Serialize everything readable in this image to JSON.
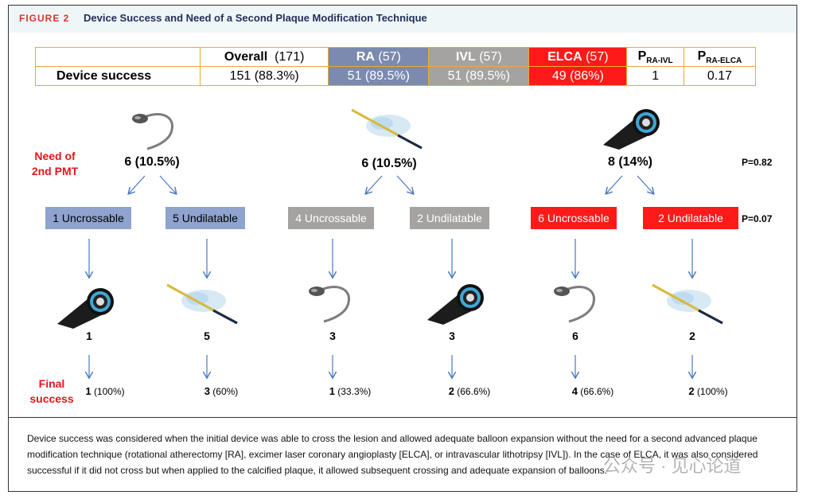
{
  "figure": {
    "label": "FIGURE 2",
    "title": "Device Success and Need of a Second Plaque Modification Technique"
  },
  "summary_table": {
    "headers": {
      "overall": "Overall",
      "overall_n": "(171)",
      "ra": "RA",
      "ra_n": "(57)",
      "ivl": "IVL",
      "ivl_n": "(57)",
      "elca": "ELCA",
      "elca_n": "(57)",
      "p_ra_ivl": "P",
      "p_ra_ivl_sub": "RA-IVL",
      "p_ra_elca": "P",
      "p_ra_elca_sub": "RA-ELCA"
    },
    "row": {
      "label": "Device success",
      "overall": "151 (88.3%)",
      "ra": "51 (89.5%)",
      "ivl": "51 (89.5%)",
      "elca": "49 (86%)",
      "p_ra_ivl": "1",
      "p_ra_elca": "0.17"
    }
  },
  "labels": {
    "need_2nd_pmt": [
      "Need of",
      "2nd PMT"
    ],
    "final_success": [
      "Final",
      "success"
    ]
  },
  "columns": [
    {
      "device": "RA",
      "device_icon": "rotational-atherectomy-burr-icon",
      "need": "6 (10.5%)",
      "branches": [
        {
          "box": "1 Uncrossable",
          "icon": "laser-catheter-icon",
          "count": "1",
          "final_n": "1",
          "final_pct": "(100%)"
        },
        {
          "box": "5 Undilatable",
          "icon": "lithotripsy-balloon-icon",
          "count": "5",
          "final_n": "3",
          "final_pct": "(60%)"
        }
      ]
    },
    {
      "device": "IVL",
      "device_icon": "lithotripsy-balloon-icon",
      "need": "6 (10.5%)",
      "branches": [
        {
          "box": "4 Uncrossable",
          "icon": "rotational-atherectomy-burr-icon",
          "count": "3",
          "final_n": "1",
          "final_pct": "(33.3%)"
        },
        {
          "box": "2 Undilatable",
          "icon": "laser-catheter-icon",
          "count": "3",
          "final_n": "2",
          "final_pct": "(66.6%)"
        }
      ]
    },
    {
      "device": "ELCA",
      "device_icon": "laser-catheter-icon",
      "need": "8 (14%)",
      "branches": [
        {
          "box": "6 Uncrossable",
          "icon": "rotational-atherectomy-burr-icon",
          "count": "6",
          "final_n": "4",
          "final_pct": "(66.6%)"
        },
        {
          "box": "2 Undilatable",
          "icon": "lithotripsy-balloon-icon",
          "count": "2",
          "final_n": "2",
          "final_pct": "(100%)"
        }
      ]
    }
  ],
  "p_values": {
    "need": "P=0.82",
    "boxes": "P=0.07"
  },
  "caption": "Device success was considered when the initial device was able to cross the lesion and allowed adequate balloon expansion without the need for a second advanced plaque modification technique (rotational atherectomy [RA], excimer laser coronary angioplasty [ELCA], or intravascular lithotripsy [IVL]). In the case of ELCA, it was also considered successful if it did not cross but when applied to the calcified plaque, it allowed subsequent crossing and adequate expansion of balloons.",
  "watermark": "公众号 · 见心论道",
  "colors": {
    "ra": "#8fa3cf",
    "ivl": "#a5a3a2",
    "elca": "#ff1a1a",
    "arrow": "#4a78c2",
    "label_red": "#e8141b"
  }
}
